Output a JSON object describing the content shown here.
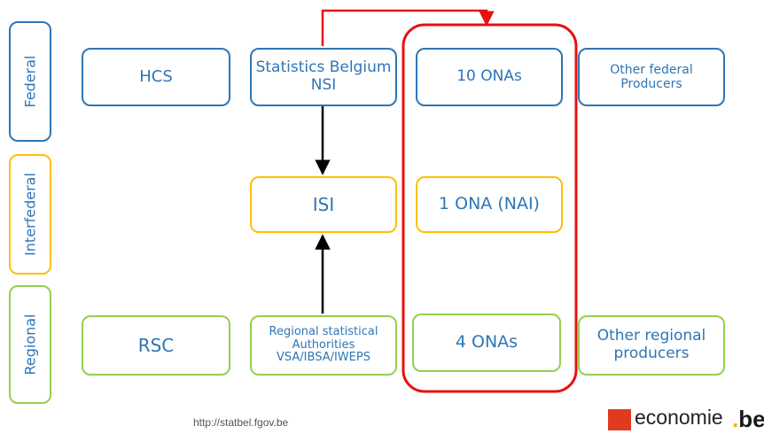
{
  "levels": {
    "federal": "Federal",
    "interfederal": "Interfederal",
    "regional": "Regional"
  },
  "federal": {
    "hcs": "HCS",
    "nsi": "Statistics Belgium\nNSI",
    "onas": "10 ONAs",
    "other": "Other federal\nProducers"
  },
  "interfederal": {
    "isi": "ISI",
    "ona": "1 ONA (NAI)"
  },
  "regional": {
    "rsc": "RSC",
    "authorities": "Regional statistical\nAuthorities\nVSA/IBSA/IWEPS",
    "onas": "4 ONAs",
    "other": "Other regional\nproducers"
  },
  "footer": {
    "url": "http://statbel.fgov.be",
    "logo_economie": "economie",
    "logo_be": "be",
    "logo_dot": "."
  },
  "colors": {
    "federal": "#2e75b6",
    "interfederal": "#ffc000",
    "regional": "#92d050",
    "highlight": "#e81010"
  }
}
